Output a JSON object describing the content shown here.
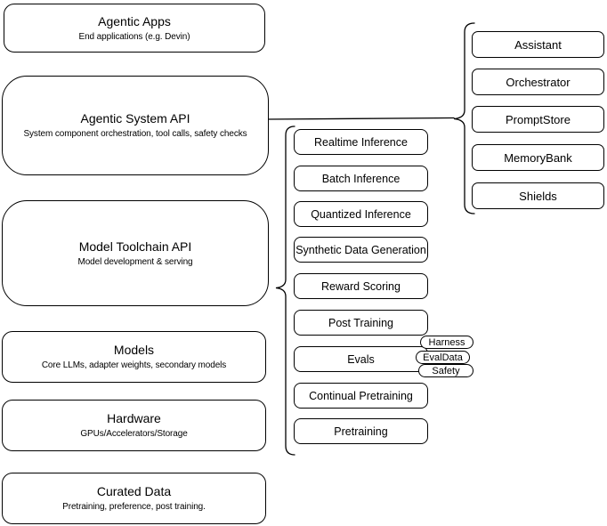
{
  "left_stack": [
    {
      "title": "Agentic Apps",
      "subtitle": "End applications (e.g. Devin)"
    },
    {
      "title": "Agentic System API",
      "subtitle": "System component orchestration, tool calls, safety checks"
    },
    {
      "title": "Model Toolchain API",
      "subtitle": "Model development & serving"
    },
    {
      "title": "Models",
      "subtitle": "Core LLMs, adapter weights, secondary models"
    },
    {
      "title": "Hardware",
      "subtitle": "GPUs/Accelerators/Storage"
    },
    {
      "title": "Curated Data",
      "subtitle": "Pretraining, preference, post training."
    }
  ],
  "toolchain": {
    "items": [
      "Realtime Inference",
      "Batch Inference",
      "Quantized Inference",
      "Synthetic Data Generation",
      "Reward Scoring",
      "Post Training",
      "Evals",
      "Continual Pretraining",
      "Pretraining"
    ],
    "evals_tags": [
      "Harness",
      "EvalData",
      "Safety"
    ]
  },
  "components": {
    "items": [
      "Assistant",
      "Orchestrator",
      "PromptStore",
      "MemoryBank",
      "Shields"
    ]
  },
  "colors": {
    "stroke": "#000000",
    "fill": "#ffffff",
    "text": "#000000"
  }
}
